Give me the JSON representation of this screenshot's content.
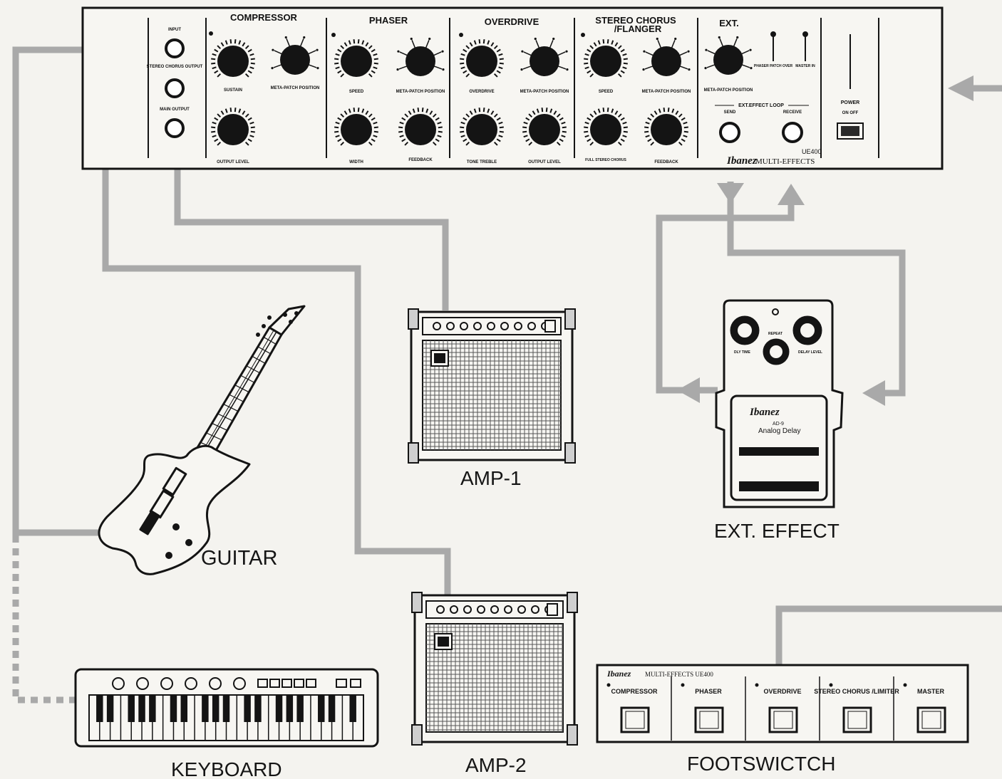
{
  "rack": {
    "io_labels": [
      "INPUT",
      "STEREO CHORUS OUTPUT",
      "MAIN OUTPUT"
    ],
    "sections": [
      "COMPRESSOR",
      "PHASER",
      "OVERDRIVE",
      "STEREO CHORUS",
      "/FLANGER",
      "EXT."
    ],
    "knob_labels": {
      "sustain": "SUSTAIN",
      "output_level": "OUTPUT LEVEL",
      "meta_patch": "META-PATCH POSITION",
      "speed": "SPEED",
      "width": "WIDTH",
      "feedback": "FEEDBACK",
      "overdrive": "OVERDRIVE",
      "tone": "TONE TREBLE",
      "full": "FULL STEREO CHORUS"
    },
    "ext_loop_title": "EXT.EFFECT LOOP",
    "send_label": "SEND",
    "receive_label": "RECEIVE",
    "switch_labels": [
      "PHASER PATCH OVER",
      "MASTER IN"
    ],
    "power_label": "POWER",
    "power_onoff": "ON OFF",
    "brand": "Ibanez",
    "model_line": "MULTI-EFFECTS",
    "model": "UE400"
  },
  "pedal": {
    "brand": "Ibanez",
    "model": "AD-9",
    "name": "Analog Delay",
    "knob_labels": [
      "DLY TIME",
      "DELAY LEVEL",
      "REPEAT"
    ]
  },
  "footswitch": {
    "brand": "Ibanez",
    "model_line": "MULTI-EFFECTS UE400",
    "buttons": [
      "COMPRESSOR",
      "PHASER",
      "OVERDRIVE",
      "STEREO CHORUS /LIMITER",
      "MASTER"
    ]
  },
  "labels": {
    "guitar": "GUITAR",
    "keyboard": "KEYBOARD",
    "amp1": "AMP-1",
    "amp2": "AMP-2",
    "ext_effect": "EXT. EFFECT",
    "footswitch": "FOOTSWICTCH"
  },
  "colors": {
    "cable": "#a9a9a9",
    "line": "#141414",
    "paper": "#f4f3ef"
  }
}
